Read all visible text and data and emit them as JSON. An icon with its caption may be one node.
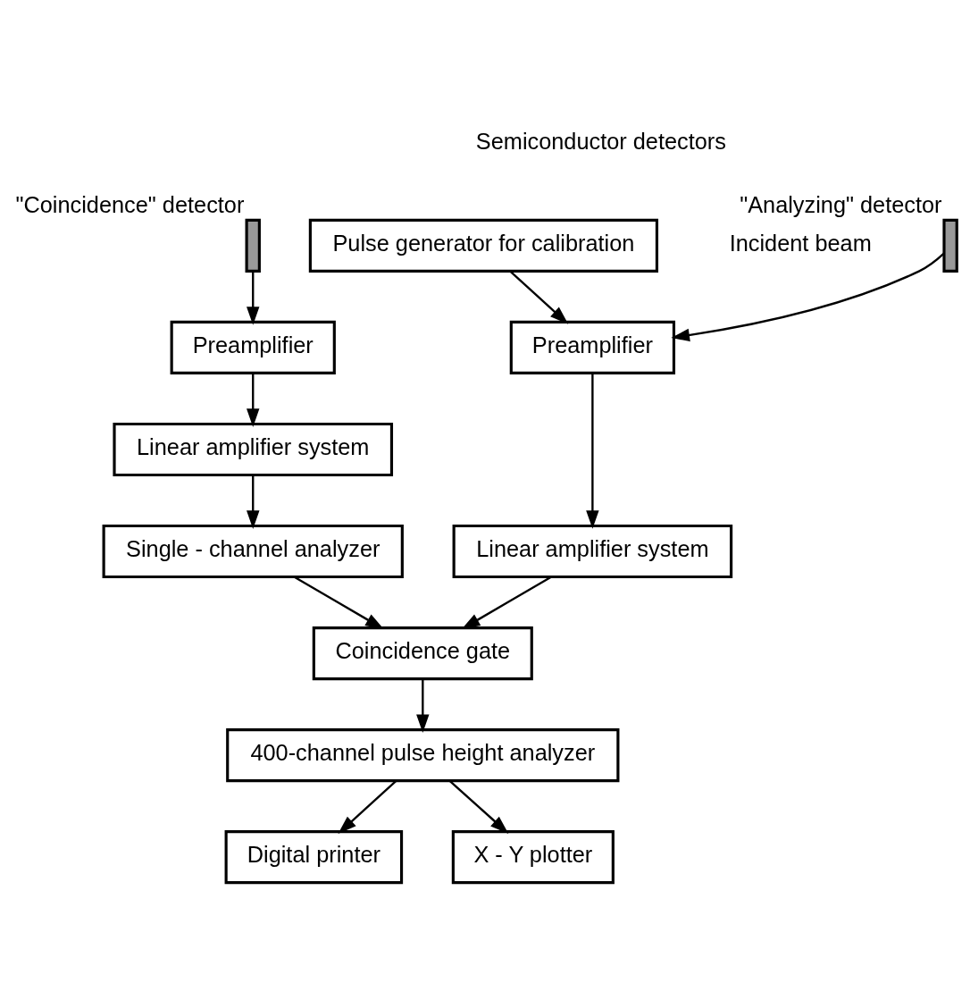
{
  "diagram": {
    "nodes": [
      {
        "text": [],
        "shape": "box",
        "beside": [
          "\"Analyzing\" detector"
        ]
      },
      {
        "text": [],
        "shape": "box",
        "beside": [
          "\"Coincidence\" detector"
        ]
      },
      {
        "text": [
          "Pulse generator for calibration"
        ]
      },
      {
        "text": [
          "Preamplifier"
        ]
      },
      {
        "text": [
          "Preamplifier"
        ]
      },
      {
        "text": [
          "Linear amplifier system"
        ]
      },
      {
        "text": [
          "Linear amplifier system"
        ]
      },
      {
        "text": [
          "Coincidence gate"
        ]
      },
      {
        "text": [
          "Single - channel analyzer"
        ]
      },
      {
        "text": [
          "400-channel pulse height analyzer"
        ]
      },
      {
        "text": [
          "Digital printer"
        ]
      },
      {
        "text": [
          "X - Y plotter"
        ]
      }
    ],
    "edges": [
      {
        "from": 0,
        "to": 3,
        "arrow": "to"
      },
      {
        "from": 1,
        "to": 4,
        "arrow": "to"
      },
      {
        "from": 2,
        "to": 3,
        "arrow": "to"
      },
      {
        "from": 3,
        "to": 5,
        "arrow": "to"
      },
      {
        "from": 4,
        "to": 6,
        "arrow": "to"
      },
      {
        "from": 5,
        "to": 7,
        "arrow": "to"
      },
      {
        "from": 6,
        "to": 8,
        "arrow": "to"
      },
      {
        "from": 8,
        "to": 7,
        "arrow": "to"
      },
      {
        "from": 7,
        "to": 9,
        "arrow": "to"
      },
      {
        "from": 9,
        "to": 10,
        "arrow": "to"
      },
      {
        "from": 9,
        "to": 11,
        "arrow": "to"
      }
    ],
    "labels": [
      "Semiconductor detectors",
      "Incident beam"
    ]
  }
}
